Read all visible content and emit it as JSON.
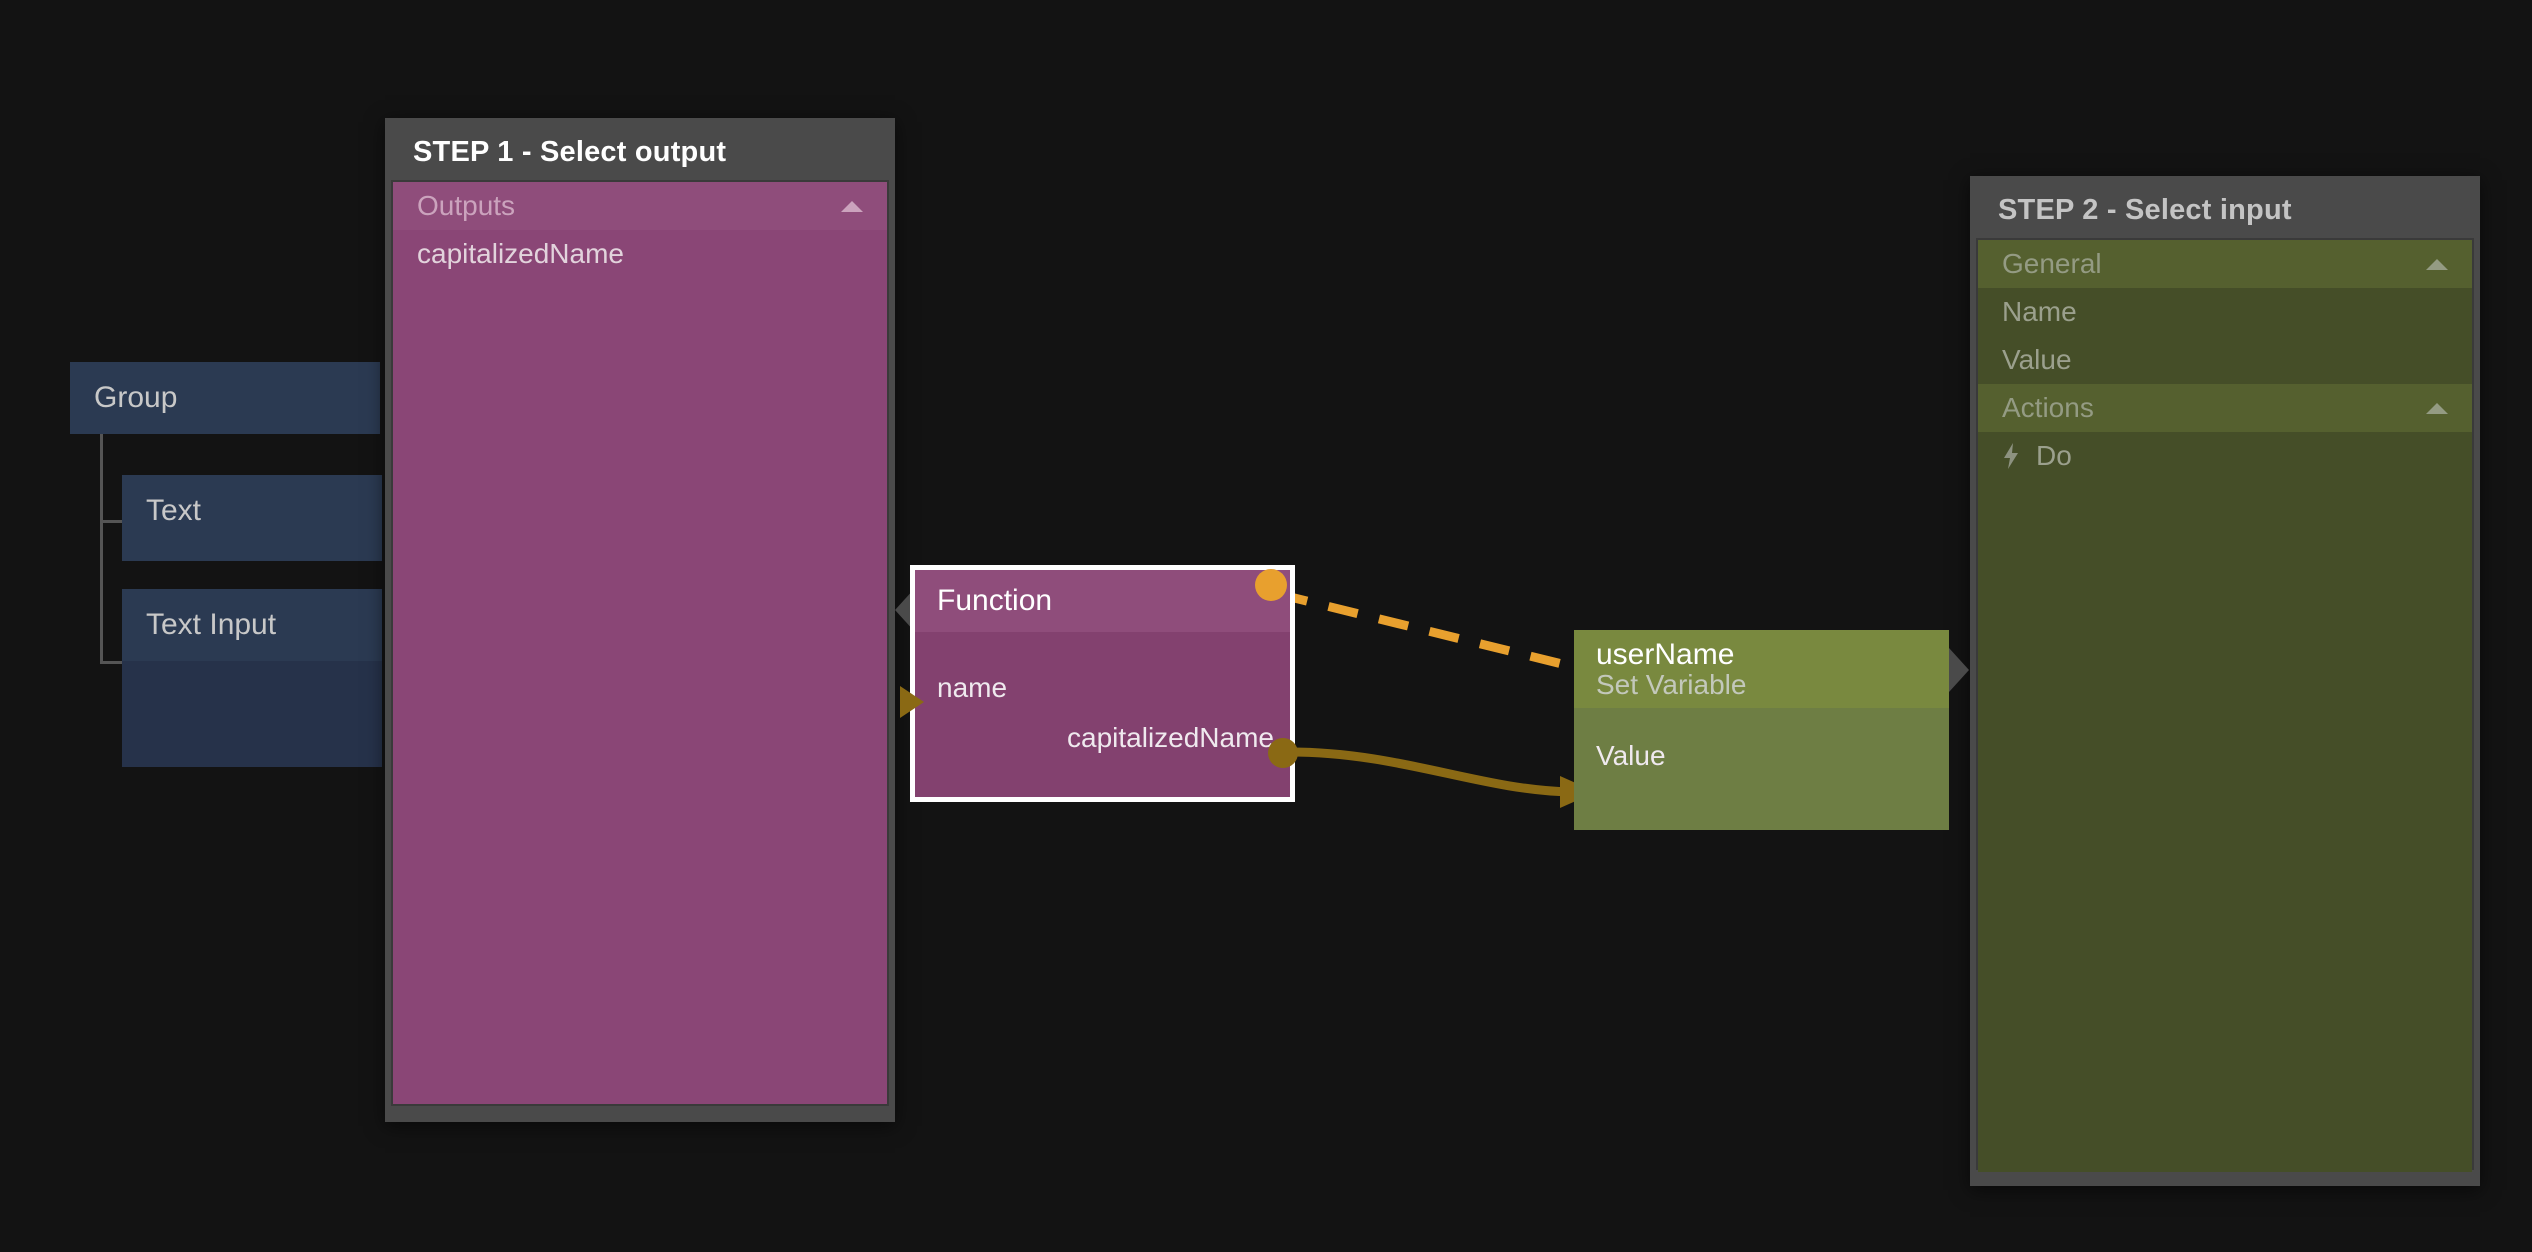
{
  "app": {
    "background": "#131313",
    "accent_flow": "#E8A02E",
    "accent_data": "#8a6914"
  },
  "sidebar": {
    "nodes": [
      {
        "label": "Group",
        "color": "#2b3a52"
      },
      {
        "label": "Text",
        "color": "#2b3a52"
      },
      {
        "label": "Text Input",
        "color": "#2b3a52"
      }
    ]
  },
  "step1": {
    "title": "STEP 1 - Select output",
    "header_color": "#4a4a4a",
    "body_color": "#83416f",
    "sections": [
      {
        "label": "Outputs",
        "caret": "chevron-up-icon",
        "items": [
          {
            "label": "capitalizedName",
            "icon": ""
          }
        ]
      }
    ]
  },
  "step2": {
    "title": "STEP 2 - Select input",
    "header_color": "#4a4a4a",
    "body_color": "#434e29",
    "sections": [
      {
        "label": "General",
        "caret": "chevron-up-icon",
        "items": [
          {
            "label": "Name",
            "icon": ""
          },
          {
            "label": "Value",
            "icon": ""
          }
        ]
      },
      {
        "label": "Actions",
        "caret": "chevron-up-icon",
        "items": [
          {
            "label": "Do",
            "icon": "lightning-bolt-icon"
          }
        ]
      }
    ]
  },
  "graph": {
    "function_node": {
      "title": "Function",
      "input_port": "name",
      "output_port": "capitalizedName",
      "selected": true,
      "color": "#83416f"
    },
    "setvariable_node": {
      "title": "userName",
      "subtitle": "Set Variable",
      "input_port": "Value",
      "color": "#6e7e44"
    },
    "wires": [
      {
        "type": "flow",
        "style": "dashed",
        "color": "#E8A02E",
        "from": "function.exec-out",
        "to": "userName.exec-in"
      },
      {
        "type": "data",
        "style": "solid",
        "color": "#8a6914",
        "from": "function.capitalizedName",
        "to": "userName.Value"
      }
    ]
  }
}
